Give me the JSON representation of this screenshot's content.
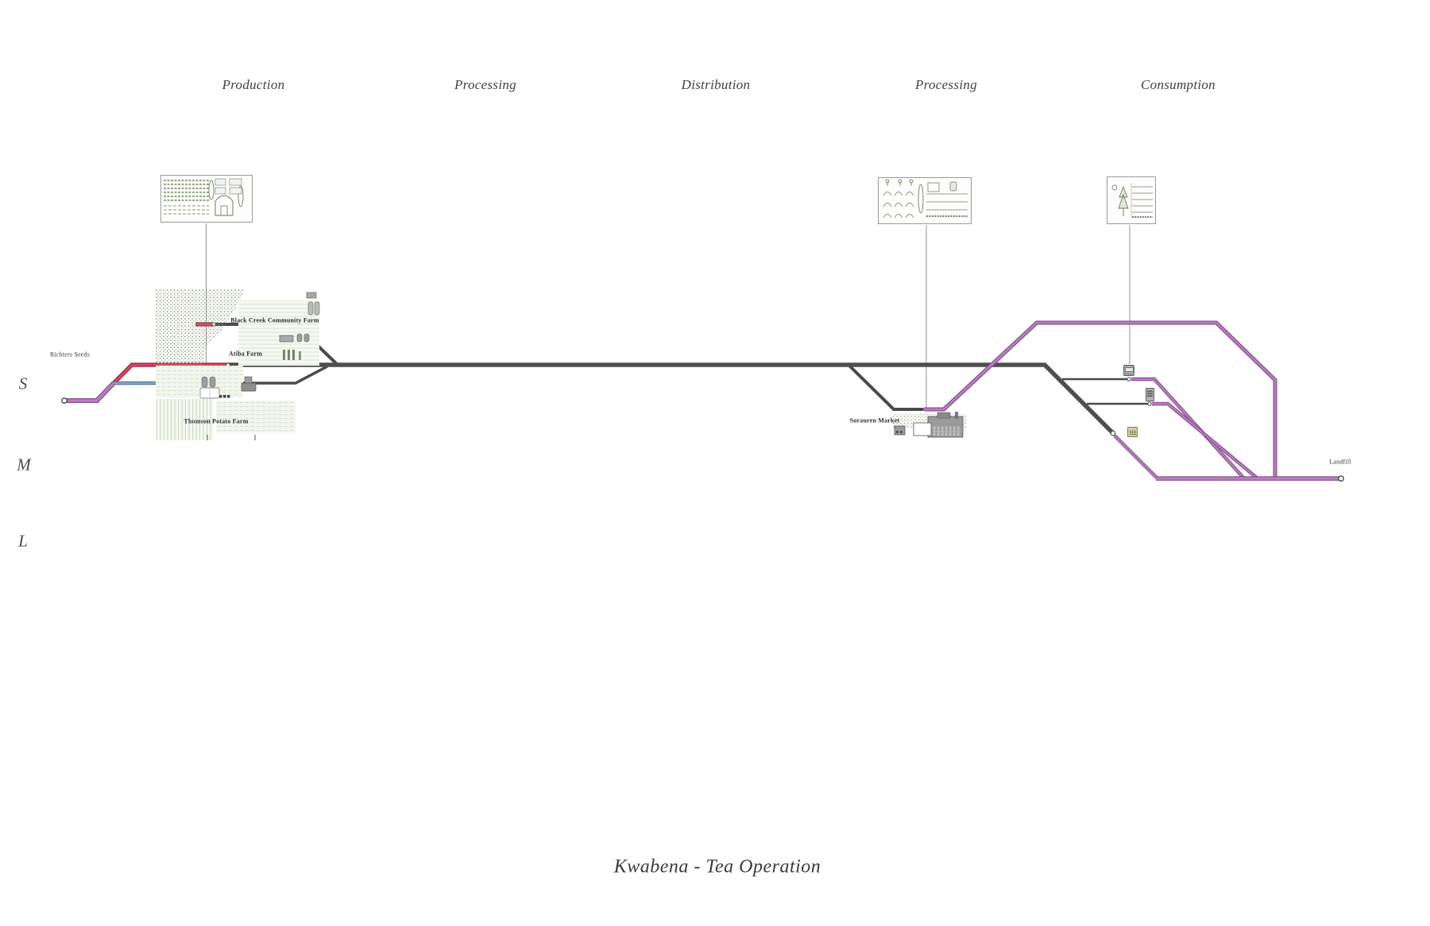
{
  "title": "Kwabena - Tea Operation",
  "stage_headers": [
    {
      "label": "Production"
    },
    {
      "label": "Processing"
    },
    {
      "label": "Distribution"
    },
    {
      "label": "Processing"
    },
    {
      "label": "Consumption"
    }
  ],
  "scale_labels": [
    {
      "label": "S"
    },
    {
      "label": "M"
    },
    {
      "label": "L"
    }
  ],
  "nodes": {
    "richters_seeds": {
      "label": "Richters Seeds"
    },
    "black_creek": {
      "label": "Black Creek Community Farm"
    },
    "atiba": {
      "label": "Atiba Farm"
    },
    "thomson": {
      "label": "Thomson Potato Farm"
    },
    "sorauren": {
      "label": "Sorauren Market"
    },
    "landfill": {
      "label": "Landfill"
    }
  },
  "flows": [
    {
      "from": "Richters Seeds",
      "to": "Black Creek Community Farm / Atiba Farm",
      "colors": [
        "purple",
        "crimson",
        "blue"
      ]
    },
    {
      "from": "Farms",
      "to": "Distribution",
      "color": "dark-gray"
    },
    {
      "from": "Distribution",
      "to": "Sorauren Market",
      "color": "dark-gray"
    },
    {
      "from": "Sorauren Market",
      "to": "Consumption",
      "color": "purple"
    },
    {
      "from": "Consumption appliances",
      "to": "Landfill",
      "color": "purple"
    }
  ],
  "icons": {
    "farm_thumbnail": "farm-elevation-sketch",
    "market_thumbnail": "market-elevation-sketch",
    "home_thumbnail": "home-kitchen-sketch",
    "appliance_a": "kettle-appliance-icon",
    "appliance_b": "fridge-appliance-icon",
    "appliance_c": "compost-bin-icon"
  },
  "colors": {
    "purple_fill": "#b383ba",
    "purple_edge": "#8a4c92",
    "crimson_fill": "#d4495f",
    "crimson_edge": "#9d2240",
    "blue_fill": "#84a3c2",
    "blue_edge": "#54759a",
    "dark_line": "#4a4a4a",
    "connector": "#949494",
    "farm_green": "#7f916e"
  }
}
